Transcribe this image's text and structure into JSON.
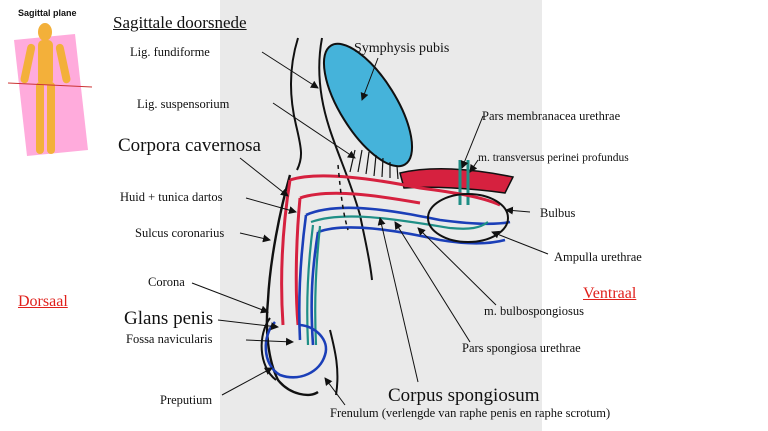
{
  "title": "Sagittale doorsnede",
  "thumbnail": {
    "caption": "Sagittal plane"
  },
  "directions": {
    "left": "Dorsaal",
    "right": "Ventraal"
  },
  "labels": {
    "lig_fundiforme": "Lig. fundiforme",
    "lig_suspensorium": "Lig. suspensorium",
    "corpora_cavernosa": "Corpora cavernosa",
    "huid_tunica": "Huid + tunica dartos",
    "sulcus_coronarius": "Sulcus coronarius",
    "corona": "Corona",
    "glans_penis": "Glans penis",
    "fossa_navicularis": "Fossa navicularis",
    "preputium": "Preputium",
    "symphysis_pubis": "Symphysis pubis",
    "pars_membranacea": "Pars membranacea urethrae",
    "transversus_perinei": "m. transversus perinei profundus",
    "bulbus": "Bulbus",
    "ampulla_urethrae": "Ampulla urethrae",
    "bulbospongiosus": "m. bulbospongiosus",
    "pars_spongiosa": "Pars spongiosa urethrae",
    "corpus_spongiosum": "Corpus spongiosum",
    "frenulum": "Frenulum (verlengde van raphe penis en raphe scrotum)"
  },
  "colors": {
    "cavernosa": "#d6213f",
    "spongiosum_outer": "#1b3fb8",
    "urethra": "#1f8f86",
    "symphysis": "#45b3da",
    "plane": "#ff8fd0",
    "body": "#f3b03a",
    "panel": "#eaeaea",
    "direction_text": "#e0201b"
  }
}
